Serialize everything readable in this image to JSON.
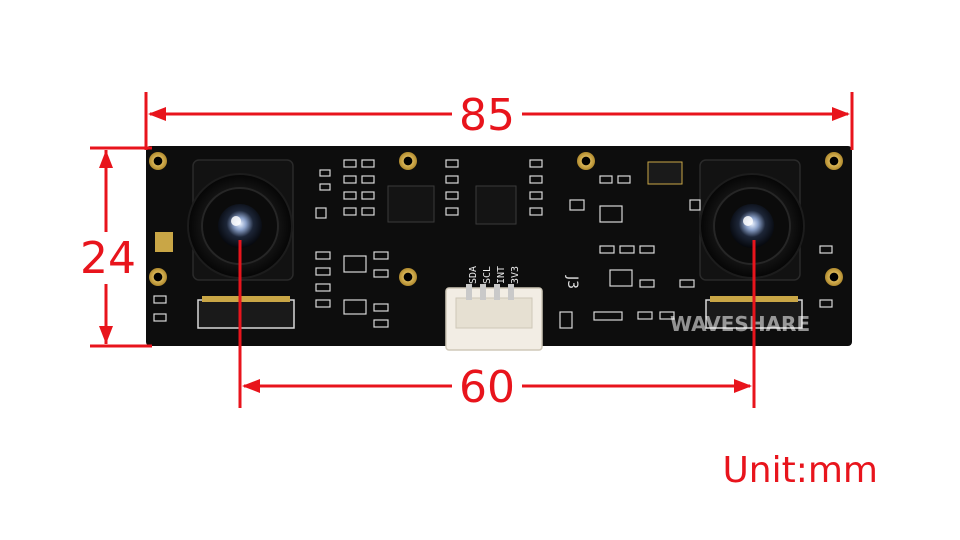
{
  "dimensions": {
    "width_label": "85",
    "height_label": "24",
    "lens_spacing_label": "60",
    "unit_label": "Unit:mm"
  },
  "board": {
    "connector_pins": [
      "SDA",
      "SCL",
      "INT",
      "3V3"
    ],
    "connector_ref": "J3",
    "brand": "WAVESHARE"
  },
  "colors": {
    "dimension": "#e8141c",
    "pcb": "#0d0d0d",
    "connector": "#f2ede4"
  }
}
